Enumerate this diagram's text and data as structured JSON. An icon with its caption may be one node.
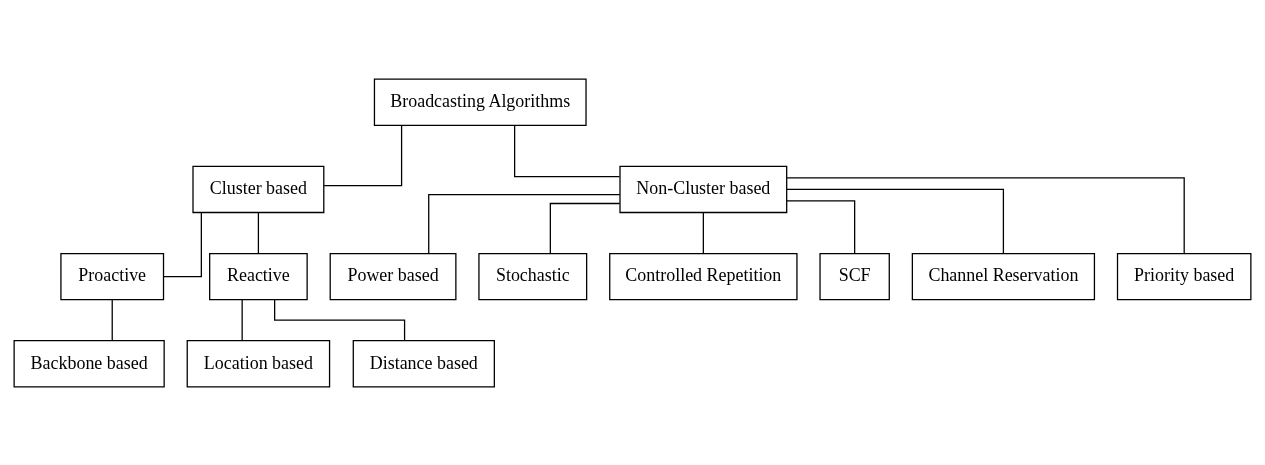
{
  "diagram": {
    "nodes": [
      {
        "text": [
          "Broadcasting Algorithms"
        ]
      },
      {
        "text": [
          "Cluster based"
        ]
      },
      {
        "text": [
          "Non-Cluster based"
        ]
      },
      {
        "text": [
          "Proactive"
        ]
      },
      {
        "text": [
          "Reactive"
        ]
      },
      {
        "text": [
          "Backbone based"
        ]
      },
      {
        "text": [
          "Location based"
        ]
      },
      {
        "text": [
          "Distance based"
        ]
      },
      {
        "text": [
          "Power based"
        ]
      },
      {
        "text": [
          "Stochastic"
        ]
      },
      {
        "text": [
          "Controlled Repetition"
        ]
      },
      {
        "text": [
          "SCF"
        ]
      },
      {
        "text": [
          "Channel Reservation"
        ]
      },
      {
        "text": [
          "Priority based"
        ]
      }
    ],
    "edges": [
      {
        "from": 0,
        "to": 1,
        "arrow": "none"
      },
      {
        "from": 0,
        "to": 2,
        "arrow": "none"
      },
      {
        "from": 1,
        "to": 3,
        "arrow": "none"
      },
      {
        "from": 1,
        "to": 4,
        "arrow": "none"
      },
      {
        "from": 3,
        "to": 5,
        "arrow": "none"
      },
      {
        "from": 4,
        "to": 6,
        "arrow": "none"
      },
      {
        "from": 4,
        "to": 7,
        "arrow": "none"
      },
      {
        "from": 2,
        "to": 8,
        "arrow": "none"
      },
      {
        "from": 2,
        "to": 9,
        "arrow": "none"
      },
      {
        "from": 2,
        "to": 10,
        "arrow": "none"
      },
      {
        "from": 2,
        "to": 11,
        "arrow": "none"
      },
      {
        "from": 2,
        "to": 12,
        "arrow": "none"
      },
      {
        "from": 2,
        "to": 13,
        "arrow": "none"
      }
    ]
  }
}
